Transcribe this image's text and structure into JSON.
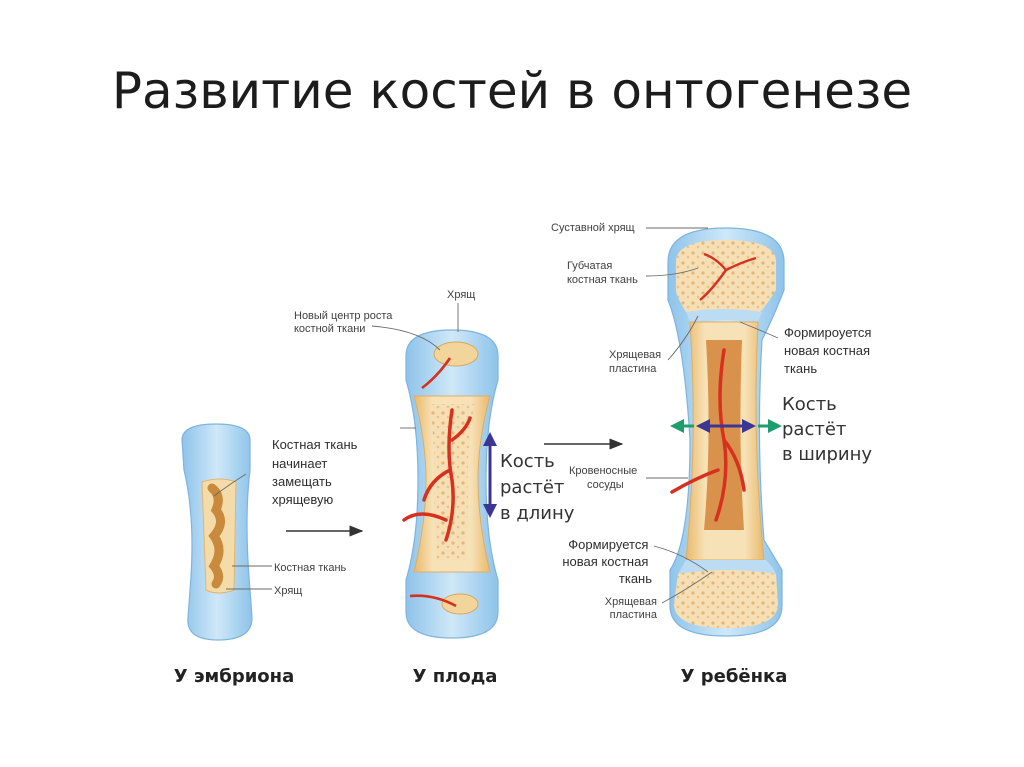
{
  "title": "Развитие костей в онтогенезе",
  "stages": {
    "embryo": "У эмбриона",
    "fetus": "У плода",
    "child": "У ребёнка"
  },
  "embryo_labels": {
    "replacing": [
      "Костная ткань",
      "начинает",
      "замещать",
      "хрящевую"
    ],
    "bone_tissue": "Костная ткань",
    "cartilage": "Хрящ"
  },
  "fetus_labels": {
    "cartilage": "Хрящ",
    "new_center": [
      "Новый центр роста",
      "костной ткани"
    ],
    "grows_length": [
      "Кость",
      "растёт",
      "в длину"
    ]
  },
  "child_labels": {
    "articular_cartilage": "Суставной хрящ",
    "spongy": [
      "Губчатая",
      "костная ткань"
    ],
    "cartilage_plate_top": [
      "Хрящевая",
      "пластина"
    ],
    "forming_top": [
      "Формироуется",
      "новая костная",
      "ткань"
    ],
    "grows_width": [
      "Кость",
      "растёт",
      "в ширину"
    ],
    "vessels": [
      "Кровеносные",
      "сосуды"
    ],
    "forming_bottom": [
      "Формируется",
      "новая костная",
      "ткань"
    ],
    "cartilage_plate_bottom": [
      "Хрящевая",
      "пластина"
    ]
  },
  "colors": {
    "cartilage": "#a9d3f0",
    "bone": "#f3d9a6",
    "vessel": "#d7301f",
    "length_arrow": "#3b3693",
    "width_arrow": "#1e9e6e"
  }
}
